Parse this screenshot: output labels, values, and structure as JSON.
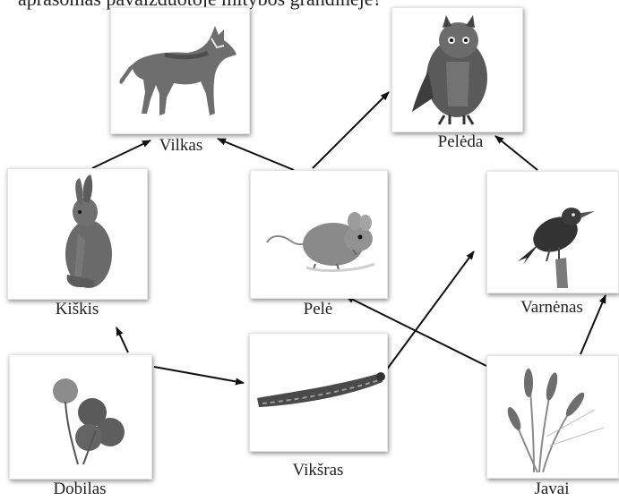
{
  "header": {
    "text": "aprašomas pavaizduotoje mitybos grandinėje?"
  },
  "organisms": {
    "vilkas": {
      "label": "Vilkas",
      "icon": "wolf-icon"
    },
    "peleda": {
      "label": "Pelėda",
      "icon": "owl-icon"
    },
    "kiskis": {
      "label": "Kiškis",
      "icon": "hare-icon"
    },
    "pele": {
      "label": "Pelė",
      "icon": "mouse-icon"
    },
    "varnenas": {
      "label": "Varnėnas",
      "icon": "starling-icon"
    },
    "dobilas": {
      "label": "Dobilas",
      "icon": "clover-icon"
    },
    "viksras": {
      "label": "Vikšras",
      "icon": "caterpillar-icon"
    },
    "javai": {
      "label": "Javai",
      "icon": "grain-icon"
    }
  },
  "links": [
    {
      "from": "Dobilas",
      "to": "Kiškis"
    },
    {
      "from": "Dobilas",
      "to": "Vikšras"
    },
    {
      "from": "Kiškis",
      "to": "Vilkas"
    },
    {
      "from": "Pelė",
      "to": "Vilkas"
    },
    {
      "from": "Pelė",
      "to": "Pelėda"
    },
    {
      "from": "Vikšras",
      "to": "Varnėnas"
    },
    {
      "from": "Javai",
      "to": "Pelė"
    },
    {
      "from": "Javai",
      "to": "Varnėnas"
    },
    {
      "from": "Varnėnas",
      "to": "Pelėda"
    }
  ]
}
